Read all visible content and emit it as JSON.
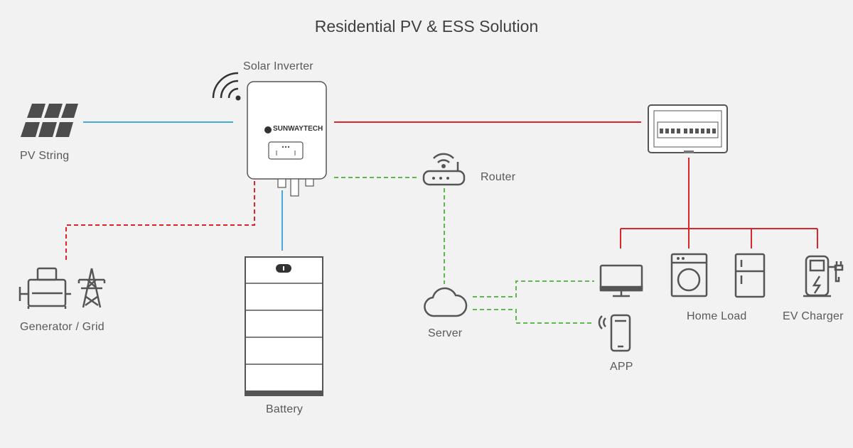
{
  "title": "Residential PV & ESS Solution",
  "labels": {
    "pv_string": "PV String",
    "solar_inverter": "Solar Inverter",
    "generator_grid": "Generator / Grid",
    "battery": "Battery",
    "router": "Router",
    "server": "Server",
    "app": "APP",
    "home_load": "Home Load",
    "ev_charger": "EV Charger",
    "brand": "SUNWAYTECH"
  },
  "colors": {
    "dc_line": "#4aa6dc",
    "ac_line": "#d9262d",
    "comm_line": "#5cb84a",
    "icon": "#555555",
    "background": "#f2f2f2"
  }
}
